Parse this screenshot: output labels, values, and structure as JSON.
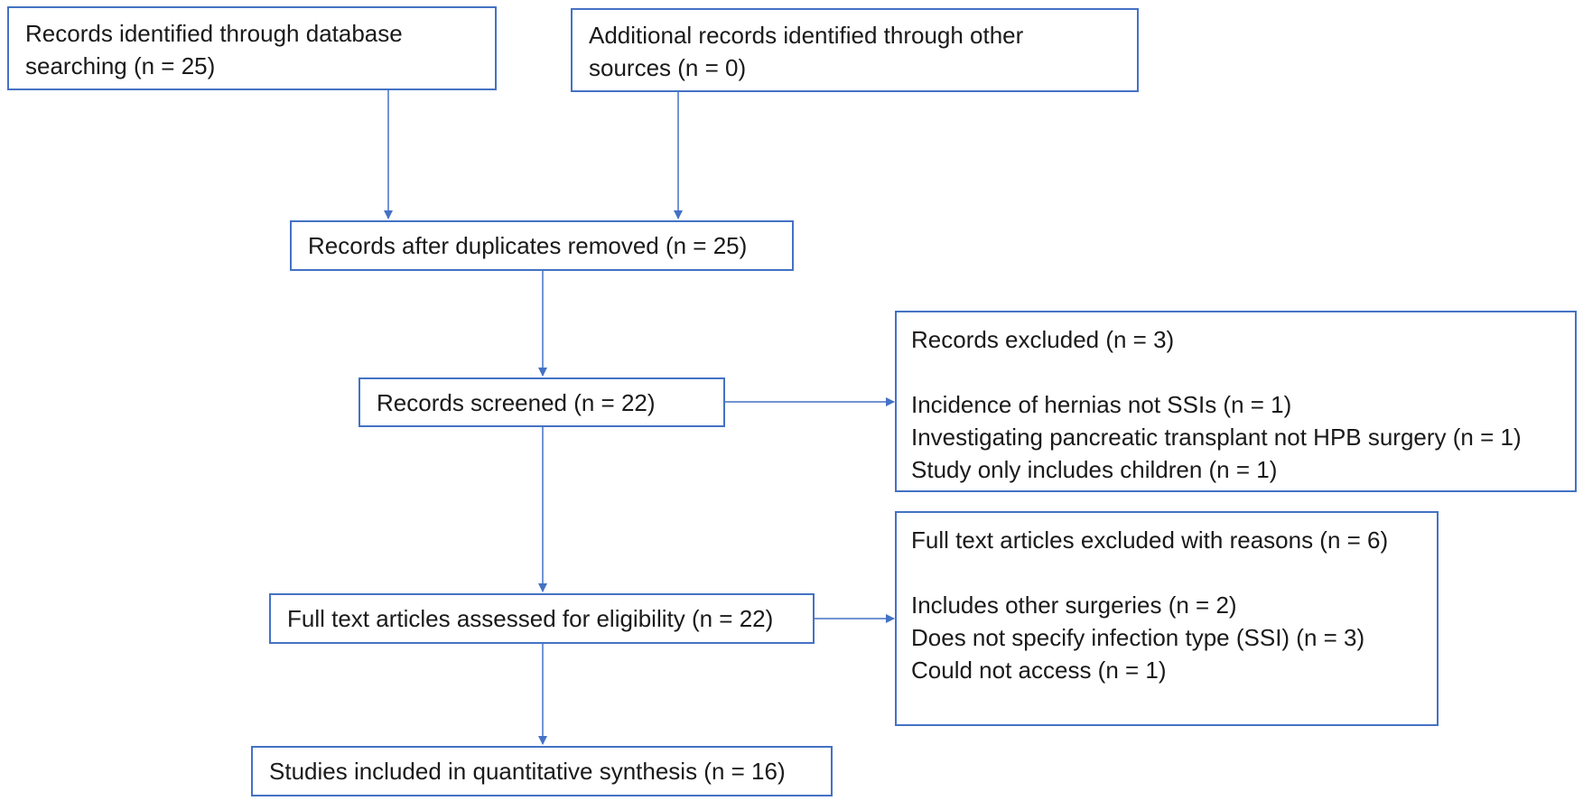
{
  "boxes": {
    "database_search": {
      "lines": [
        "Records identified through database",
        "searching (n = 25)"
      ]
    },
    "other_sources": {
      "lines": [
        "Additional records identified through other",
        "sources (n = 0)"
      ]
    },
    "after_duplicates": {
      "lines": [
        "Records after duplicates removed (n = 25)"
      ]
    },
    "screened": {
      "lines": [
        "Records screened (n = 22)"
      ]
    },
    "records_excluded": {
      "heading": "Records excluded (n = 3)",
      "reasons": [
        "Incidence of hernias not SSIs (n = 1)",
        "Investigating pancreatic transplant not HPB surgery (n = 1)",
        "Study only includes children (n = 1)"
      ]
    },
    "full_text": {
      "lines": [
        "Full text articles assessed for eligibility (n = 22)"
      ]
    },
    "full_text_excluded": {
      "heading": "Full text articles excluded with reasons (n = 6)",
      "reasons": [
        "Includes other surgeries (n = 2)",
        "Does not specify infection type (SSI) (n = 3)",
        "Could not access (n = 1)"
      ]
    },
    "included": {
      "lines": [
        "Studies included in quantitative synthesis (n = 16)"
      ]
    }
  },
  "colors": {
    "border": "#4472c4",
    "arrow": "#4472c4",
    "text": "#1a1a1a"
  }
}
